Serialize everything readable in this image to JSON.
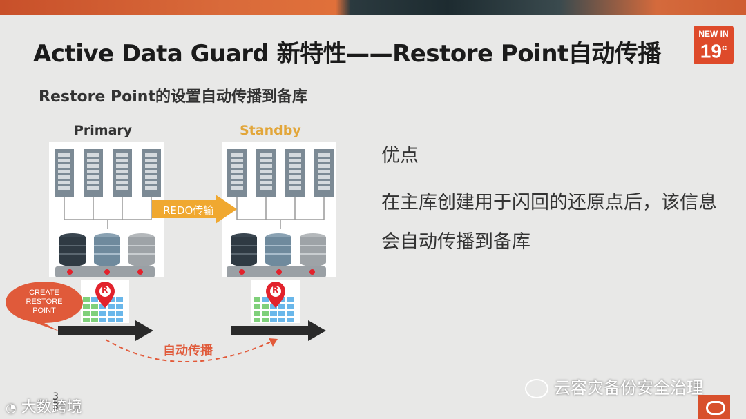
{
  "slide": {
    "title": "Active Data Guard 新特性——Restore Point自动传播",
    "subtitle": "Restore Point的设置自动传播到备库",
    "badge_line1": "NEW IN",
    "badge_line2": "19",
    "badge_sup": "c"
  },
  "diagram": {
    "primary_label": "Primary",
    "standby_label": "Standby",
    "redo_label": "REDO传输",
    "create_bubble": "CREATE RESTORE POINT",
    "auto_label": "自动传播",
    "marker_letter": "R"
  },
  "right": {
    "heading": "优点",
    "text": "在主库创建用于闪回的还原点后，该信息会自动传播到备库"
  },
  "footer": {
    "watermark": "云容灾备份安全治理",
    "logo_text": "大数跨境",
    "page_number": "3",
    "page_number2": "3"
  },
  "colors": {
    "accent_orange": "#f0a830",
    "standby_yellow": "#e2a63a",
    "bubble_red": "#e05a3a",
    "oracle_red": "#d8502c"
  }
}
